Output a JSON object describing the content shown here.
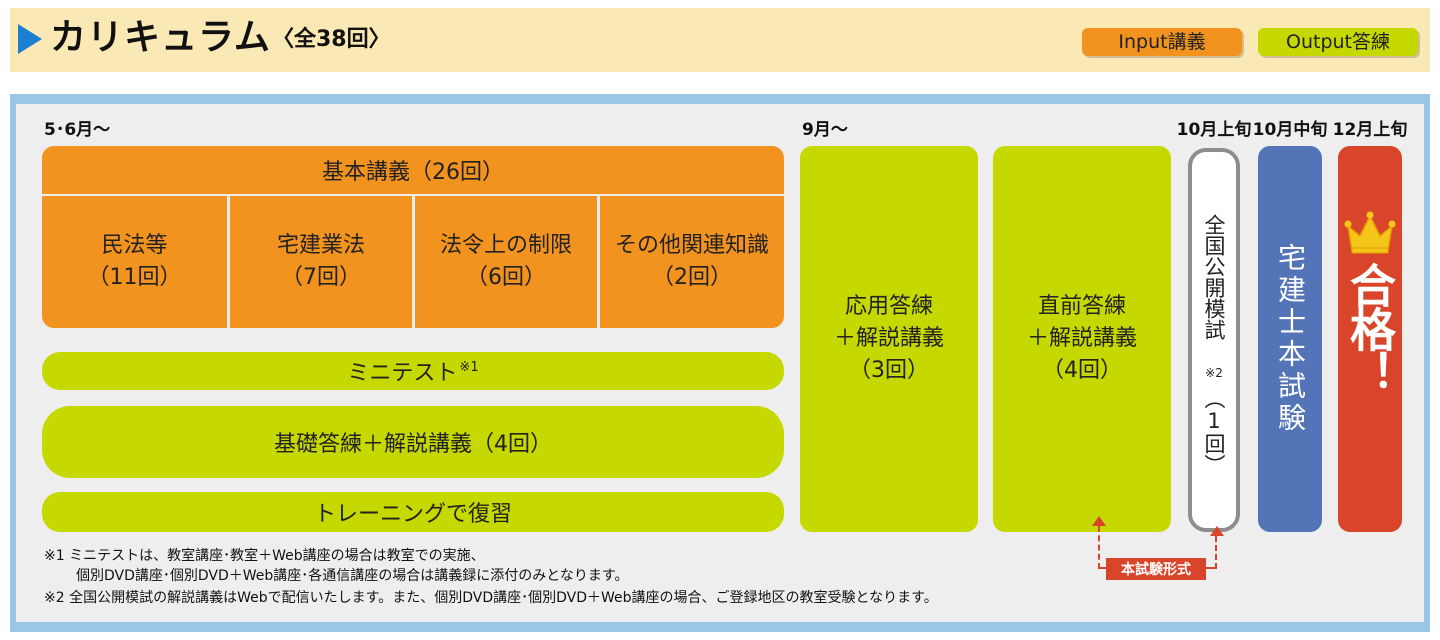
{
  "header": {
    "title": "カリキュラム",
    "subtitle": "〈全38回〉",
    "legend_input": "Input講義",
    "legend_output": "Output答練"
  },
  "phases": {
    "may_june": "5･6月〜",
    "september": "9月〜",
    "oct_early": "10月上旬",
    "oct_mid": "10月中旬",
    "dec_early": "12月上旬"
  },
  "kihon": {
    "header": "基本講義（26回）",
    "subjects": [
      {
        "name": "民法等",
        "count": "（11回）"
      },
      {
        "name": "宅建業法",
        "count": "（7回）"
      },
      {
        "name": "法令上の制限",
        "count": "（6回）"
      },
      {
        "name": "その他関連知識",
        "count": "（2回）"
      }
    ]
  },
  "mini_test": {
    "label": "ミニテスト",
    "mark": "※1"
  },
  "kiso": "基礎答練＋解説講義（4回）",
  "training": "トレーニングで復習",
  "ouyou": {
    "line1": "応用答練",
    "line2": "＋解説講義",
    "line3": "（3回）"
  },
  "chokuzen": {
    "line1": "直前答練",
    "line2": "＋解説講義",
    "line3": "（4回）"
  },
  "mogi": {
    "text_a": "全国公開模試",
    "note": "※2",
    "text_b": "（1回）"
  },
  "honshiken": "宅建士本試験",
  "goukaku": "合格！",
  "badge": "本試験形式",
  "footnotes": [
    "※1 ミニテストは、教室講座･教室＋Web講座の場合は教室での実施、",
    "個別DVD講座･個別DVD＋Web講座･各通信講座の場合は講義録に添付のみとなります。",
    "※2 全国公開模試の解説講義はWebで配信いたします。また、個別DVD講座･個別DVD＋Web講座の場合、ご登録地区の教室受験となります。"
  ],
  "colors": {
    "input": "#f2921f",
    "output": "#c5d800",
    "exam": "#5474b8",
    "pass": "#d9452a",
    "panel_border": "#9cc8e8",
    "header_bg": "#fbe9b5"
  },
  "icons": {
    "title_marker": "triangle-right-icon",
    "pass_crown": "crown-icon"
  }
}
